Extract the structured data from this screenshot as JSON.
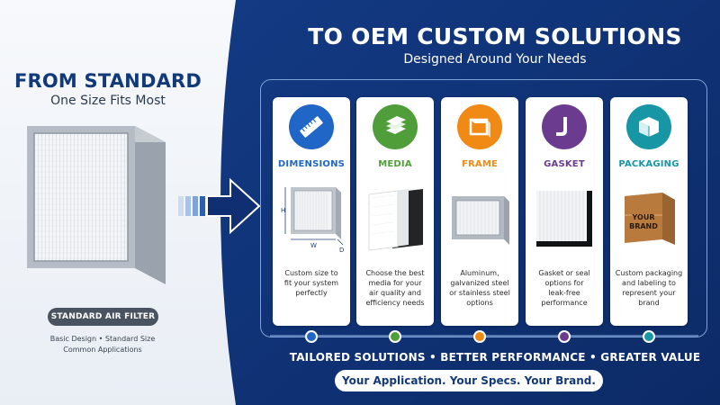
{
  "left": {
    "title": "FROM STANDARD",
    "subtitle": "One Size Fits Most",
    "badge": "STANDARD AIR FILTER",
    "desc_line1": "Basic Design • Standard Size",
    "desc_line2": "Common Applications"
  },
  "right": {
    "title": "TO OEM CUSTOM SOLUTIONS",
    "subtitle": "Designed Around Your Needs",
    "tagline": "TAILORED SOLUTIONS  •  BETTER PERFORMANCE  •  GREATER VALUE",
    "pill": "Your Application. Your Specs. Your Brand."
  },
  "cards": [
    {
      "label": "DIMENSIONS",
      "color": "#1f66c7",
      "icon": "ruler-icon",
      "desc": [
        "Custom size to",
        "fit your system",
        "perfectly"
      ],
      "dim_h": "H",
      "dim_w": "W",
      "dim_d": "D"
    },
    {
      "label": "MEDIA",
      "color": "#4f9e3a",
      "icon": "media-layers-icon",
      "desc": [
        "Choose the best",
        "media for your",
        "air quality and",
        "efficiency needs"
      ]
    },
    {
      "label": "FRAME",
      "color": "#f08a14",
      "icon": "frame-icon",
      "desc": [
        "Aluminum,",
        "galvanized steel",
        "or stainless steel",
        "options"
      ]
    },
    {
      "label": "GASKET",
      "color": "#6b3b8f",
      "icon": "gasket-icon",
      "desc": [
        "Gasket or seal",
        "options for",
        "leak-free",
        "performance"
      ]
    },
    {
      "label": "PACKAGING",
      "color": "#1796a6",
      "icon": "box-icon",
      "desc": [
        "Custom packaging",
        "and labeling to",
        "represent your",
        "brand"
      ],
      "box_text1": "YOUR",
      "box_text2": "BRAND"
    }
  ],
  "colors": {
    "navy": "#0f2f72",
    "title_navy": "#123a7a"
  }
}
